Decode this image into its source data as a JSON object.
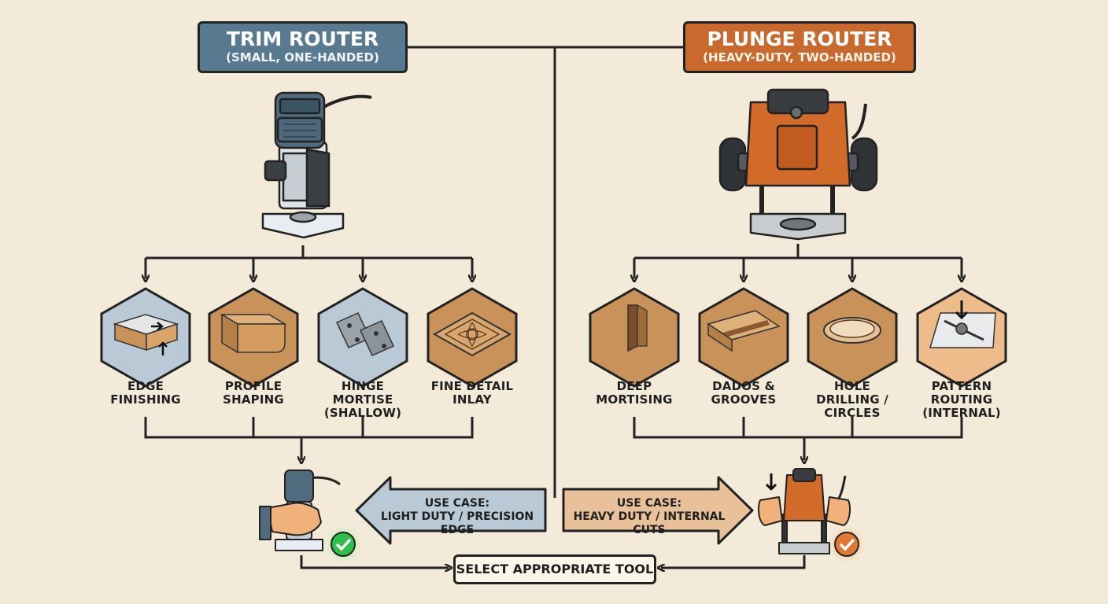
{
  "trim": {
    "title": "TRIM ROUTER",
    "subtitle": "(SMALL, ONE-HANDED)",
    "color": "#587a90",
    "uses": [
      "EDGE FINISHING",
      "PROFILE SHAPING",
      "HINGE MORTISE (SHALLOW)",
      "FINE DETAIL INLAY"
    ],
    "use_case": {
      "heading": "USE CASE:",
      "text": "LIGHT DUTY / PRECISION EDGE"
    }
  },
  "plunge": {
    "title": "PLUNGE ROUTER",
    "subtitle": "(HEAVY-DUTY, TWO-HANDED)",
    "color": "#c8692e",
    "uses": [
      "DEEP MORTISING",
      "DADOS & GROOVES",
      "HOLE DRILLING / CIRCLES",
      "PATTERN ROUTING (INTERNAL)"
    ],
    "use_case": {
      "heading": "USE CASE:",
      "text": "HEAVY DUTY / INTERNAL CUTS"
    }
  },
  "select_label": "SELECT APPROPRIATE TOOL",
  "colors": {
    "background": "#f3ead9",
    "trim_blue": "#587a90",
    "plunge_orange": "#c8692e",
    "check_green": "#2fbf4a",
    "check_orange": "#e07a33",
    "wood": "#c9925a"
  }
}
